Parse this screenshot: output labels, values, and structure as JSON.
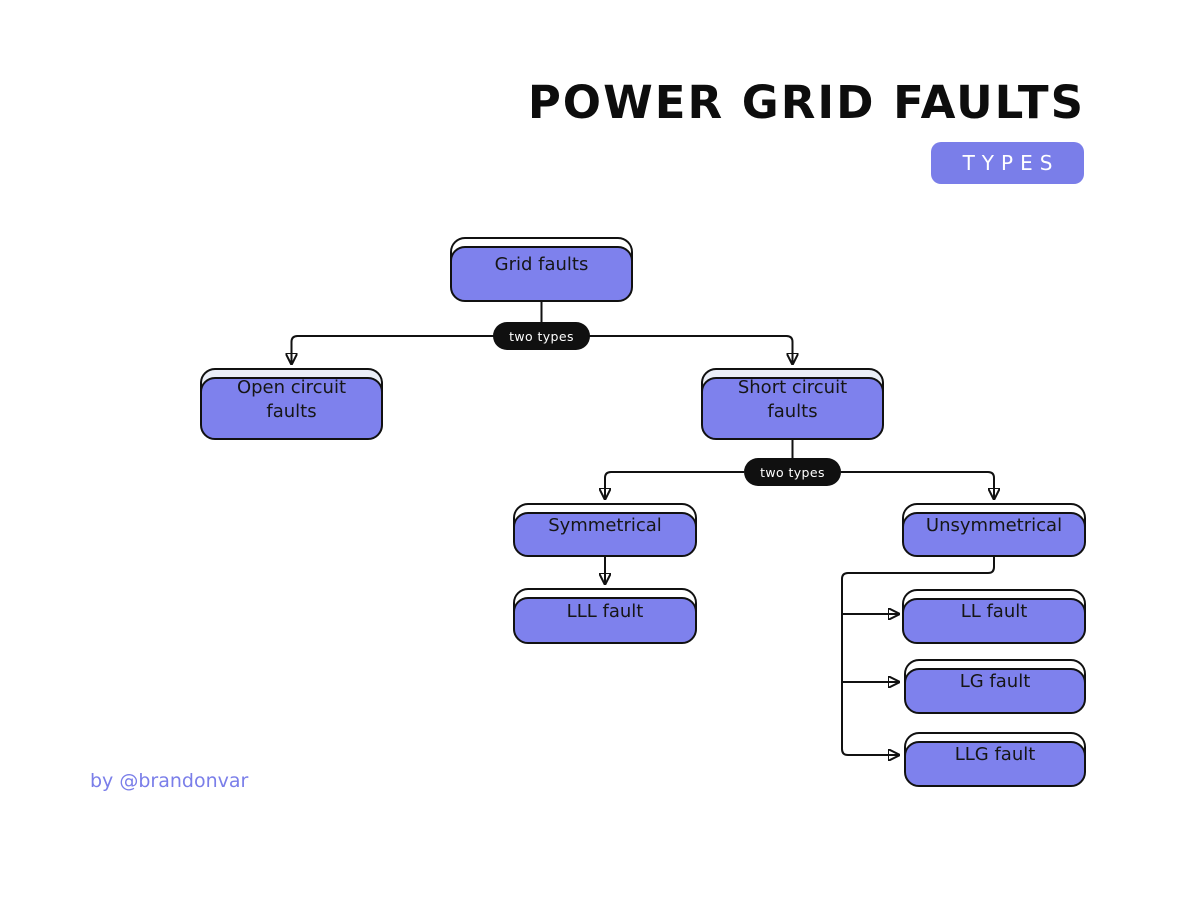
{
  "header": {
    "title": "POWER GRID FAULTS",
    "badge": "TYPES"
  },
  "nodes": {
    "root": {
      "label": "Grid faults"
    },
    "open_circuit": {
      "label": "Open circuit faults"
    },
    "short_circuit": {
      "label": "Short circuit faults"
    },
    "symmetrical": {
      "label": "Symmetrical"
    },
    "lll": {
      "label": "LLL fault"
    },
    "unsymmetrical": {
      "label": "Unsymmetrical"
    },
    "ll": {
      "label": "LL fault"
    },
    "lg": {
      "label": "LG fault"
    },
    "llg": {
      "label": "LLG fault"
    }
  },
  "connectors": {
    "root_split_label": "two types",
    "short_split_label": "two types"
  },
  "footer": {
    "credit": "by @brandonvar"
  },
  "colors": {
    "accent": "#7a7ee9",
    "accent_shadow": "#7e81ed",
    "node_alt_fill": "#ebeef7",
    "pill_bg": "#101010",
    "ink": "#161616"
  }
}
